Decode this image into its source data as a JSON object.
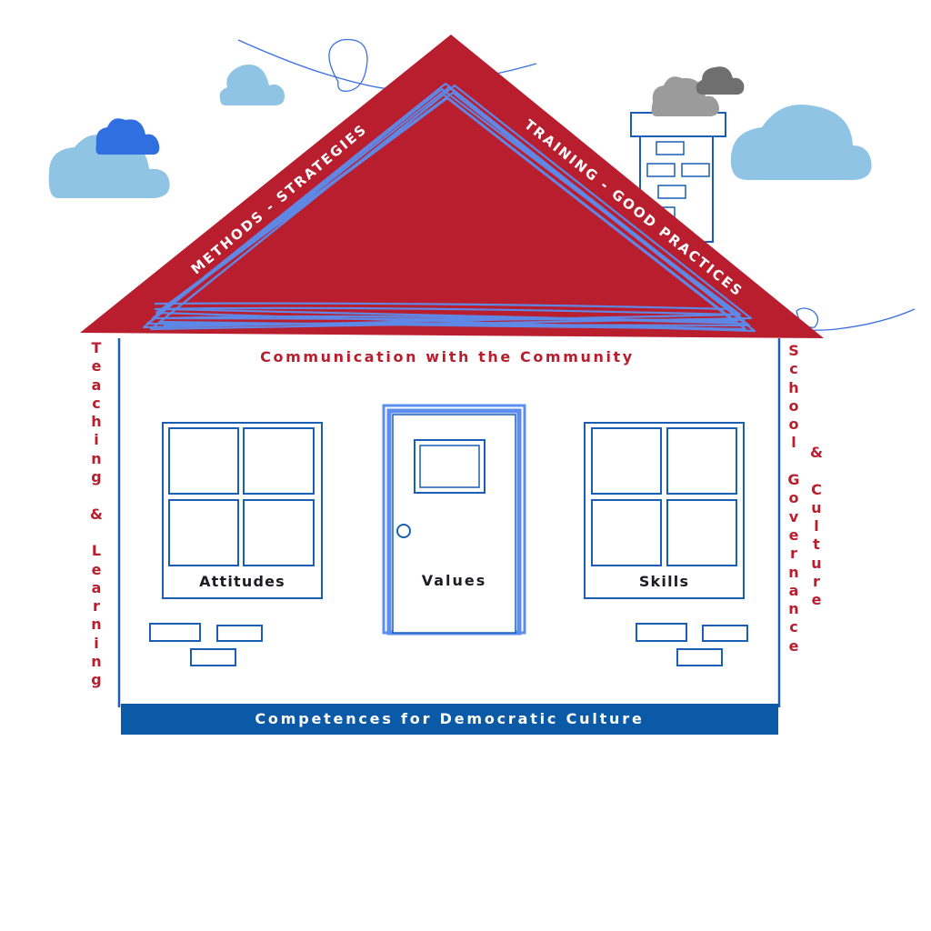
{
  "roof": {
    "left_label": "METHODS - STRATEGIES",
    "right_label": "TRAINING - GOOD PRACTICES"
  },
  "house": {
    "top_label": "Communication with the Community",
    "base_label": "Competences for Democratic Culture",
    "left_side_label": "Teaching & Learning",
    "right_side_label_1": "School Governance",
    "right_side_label_2": "& Culture"
  },
  "windows": {
    "left_label": "Attitudes",
    "right_label": "Skills"
  },
  "door": {
    "label": "Values"
  },
  "colors": {
    "roof": "#b81e2d",
    "accent_text": "#b81e2d",
    "outline": "#1a5fb4",
    "scribble": "#5b8ef0",
    "base_bar": "#0b5aa8",
    "cloud": "#90c4e4",
    "cloud_dark": "#2f6fe0",
    "smoke": "#9b9b9b"
  }
}
